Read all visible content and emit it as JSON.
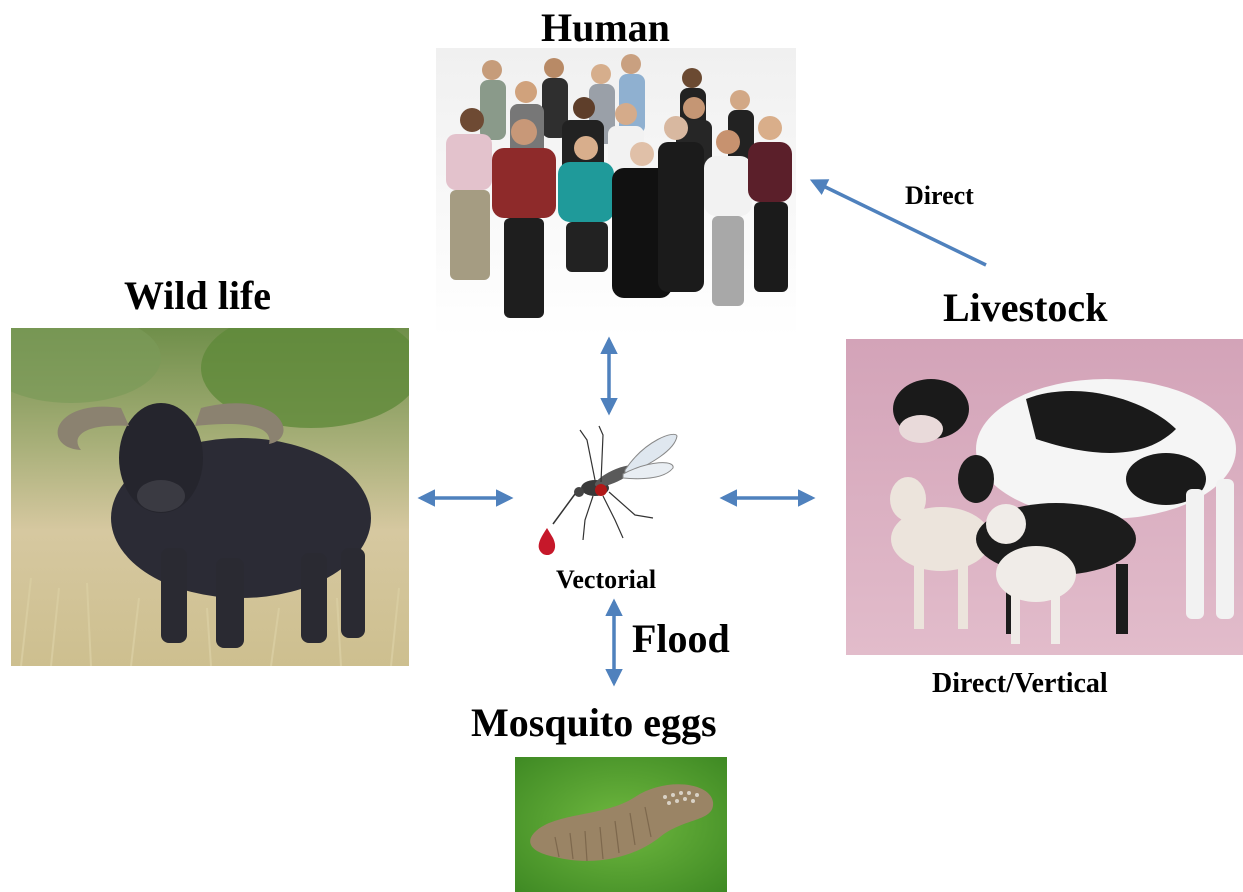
{
  "labels": {
    "human": "Human",
    "wildlife": "Wild life",
    "livestock": "Livestock",
    "mosquito_eggs": "Mosquito eggs",
    "flood": "Flood",
    "vectorial": "Vectorial",
    "direct": "Direct",
    "direct_vertical": "Direct/Vertical"
  },
  "colors": {
    "arrow": "#4f81bd",
    "livestock_background": "#d8a8bd",
    "eggs_background": "#5aa033",
    "wildlife_grass": "#cdbf8f"
  },
  "icons": {
    "human": "group-of-people-photo",
    "wildlife": "buffalo-photo",
    "livestock": "cow-goat-lamb-photo",
    "vector": "mosquito-icon",
    "eggs": "mosquito-egg-raft-photo"
  }
}
